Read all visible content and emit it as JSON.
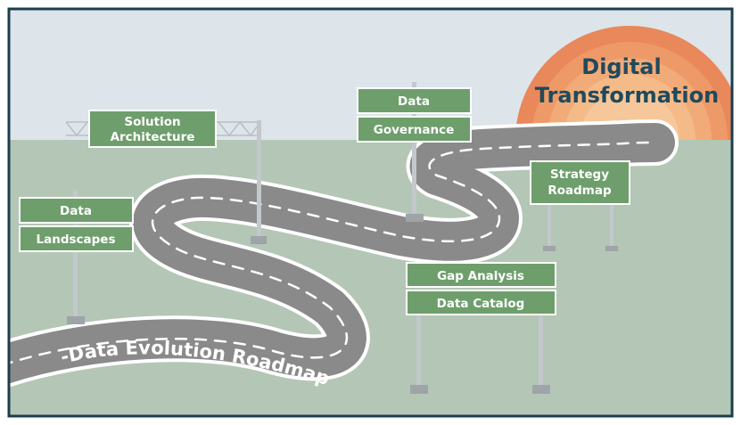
{
  "destination": {
    "line1": "Digital",
    "line2": "Transformation",
    "text_color": "#1f4a5c"
  },
  "road_label": "-Data Evolution Roadmap",
  "signs": {
    "solution_architecture": {
      "line1": "Solution",
      "line2": "Architecture"
    },
    "data_governance": {
      "top": "Data",
      "bottom": "Governance"
    },
    "data_landscapes": {
      "top": "Data",
      "bottom": "Landscapes"
    },
    "strategy_roadmap": {
      "line1": "Strategy",
      "line2": "Roadmap"
    },
    "gap_catalog": {
      "top": "Gap Analysis",
      "bottom": "Data Catalog"
    }
  },
  "colors": {
    "sky": "#dde5ea",
    "ground": "#b4c6b5",
    "frame": "#1b3e4e",
    "sign_green": "#6e9e6c",
    "road": "#8a8a8a",
    "sun_outer": "#e9885a",
    "sun_inner": "#f6c79a"
  }
}
